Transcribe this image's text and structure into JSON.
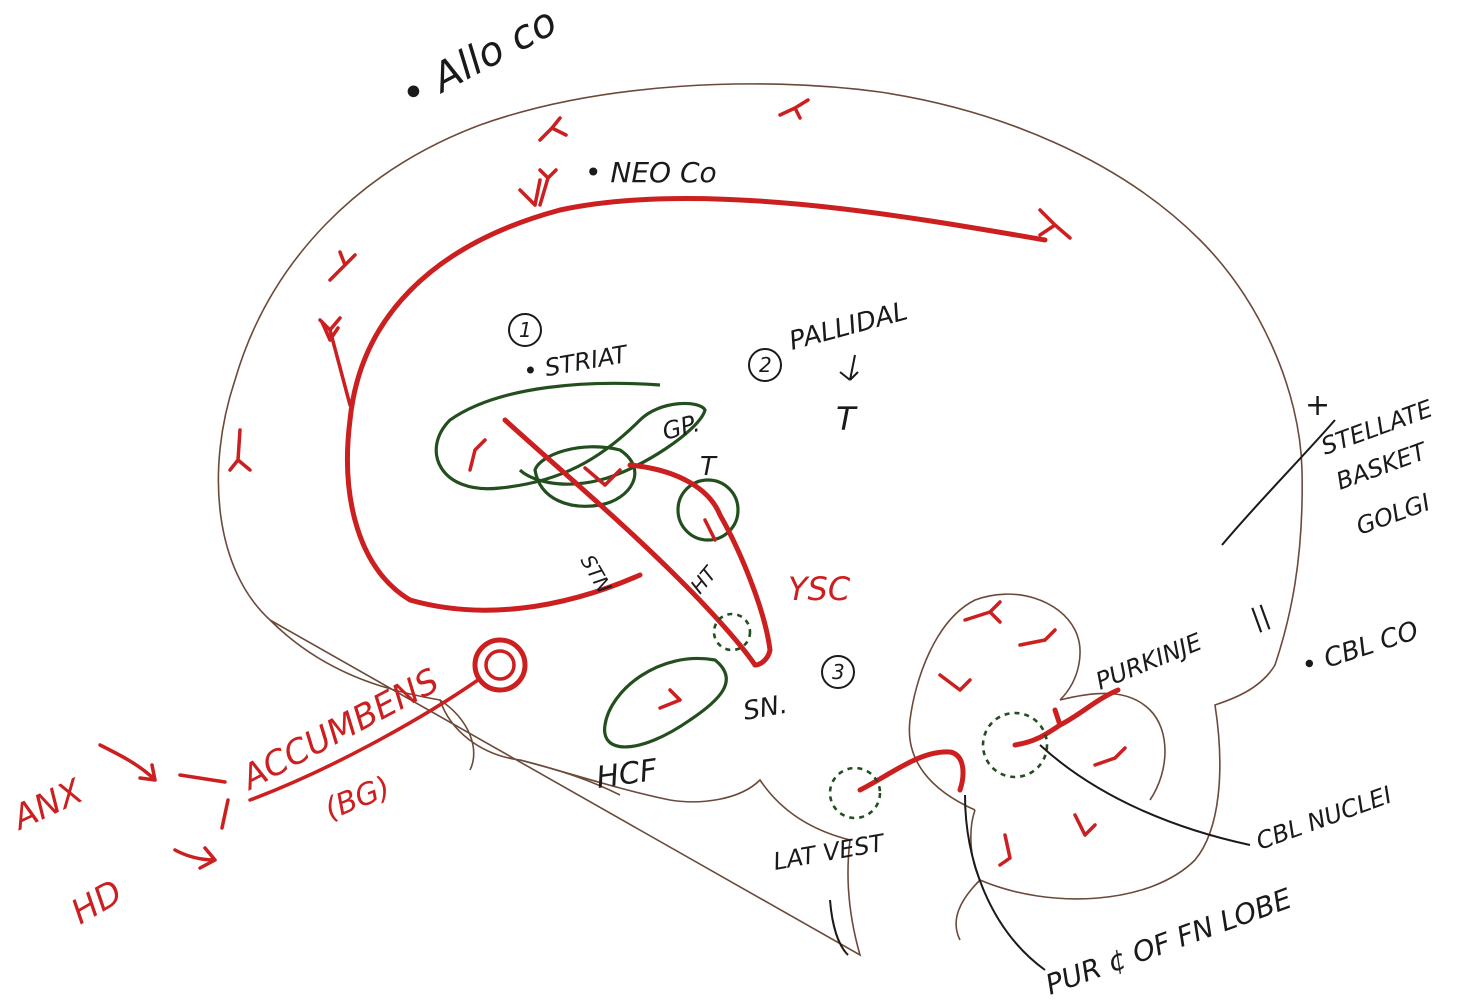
{
  "labels": {
    "allocortex": "• Allo co",
    "neocortex": "• NEO Co",
    "striatum_number": "1",
    "striatum": "• STRIAT",
    "pallidal_number": "2",
    "pallidal": "PALLIDAL",
    "pallidal_inhib": "T",
    "gp": "GP.",
    "gp_inhib": "T",
    "stn": "STN",
    "ht": "HT",
    "ysc": "YSC",
    "sn": "SN.",
    "sn_number": "3",
    "hcf": "HCF",
    "accumbens": "ACCUMBENS",
    "bg": "(BG)",
    "anx": "ANX",
    "hd": "HD",
    "stellate": "STELLATE",
    "basket": "BASKET",
    "golgi": "GOLGI",
    "stellate_inhib": "+",
    "purkinje": "PURKINJE",
    "purkinje_marks": "||",
    "cblco": "• CBL CO",
    "cbl_nuclei": "CBL NUCLEI",
    "lat_vest": "LAT VEST",
    "purk_flocc": "PUR ¢ OF FN LOBE"
  },
  "colors": {
    "red_ink": "#cc1f1f",
    "green_ink": "#234f1e",
    "brown_outline": "#6b4a3a",
    "black_ink": "#1a1a1a"
  }
}
